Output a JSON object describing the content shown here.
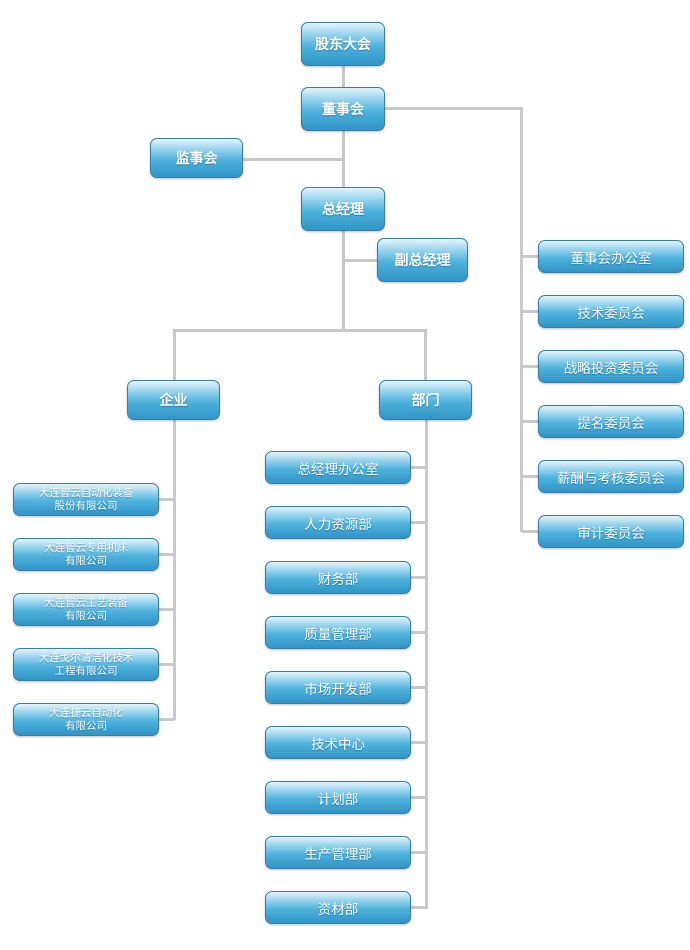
{
  "chart": {
    "shareholders": "股东大会",
    "board": "董事会",
    "supervisors": "监事会",
    "gm": "总经理",
    "deputy_gm": "副总经理",
    "enterprises": "企业",
    "departments": "部门",
    "board_committees": [
      "董事会办公室",
      "技术委员会",
      "战略投资委员会",
      "提名委员会",
      "薪酬与考核委员会",
      "审计委员会"
    ],
    "companies": [
      [
        "大连智云自动化装备",
        "股份有限公司"
      ],
      [
        "大连智云专用机床",
        "有限公司"
      ],
      [
        "大连智云工艺装备",
        "有限公司"
      ],
      [
        "大连戈尔清洁化技术",
        "工程有限公司"
      ],
      [
        "大连捷云自动化",
        "有限公司"
      ]
    ],
    "department_list": [
      "总经理办公室",
      "人力资源部",
      "财务部",
      "质量管理部",
      "市场开发部",
      "技术中心",
      "计划部",
      "生产管理部",
      "资材部"
    ]
  },
  "colors": {
    "box_top": "#e4f4fb",
    "box_bottom": "#2f95c7",
    "line": "#c9c9c9"
  }
}
